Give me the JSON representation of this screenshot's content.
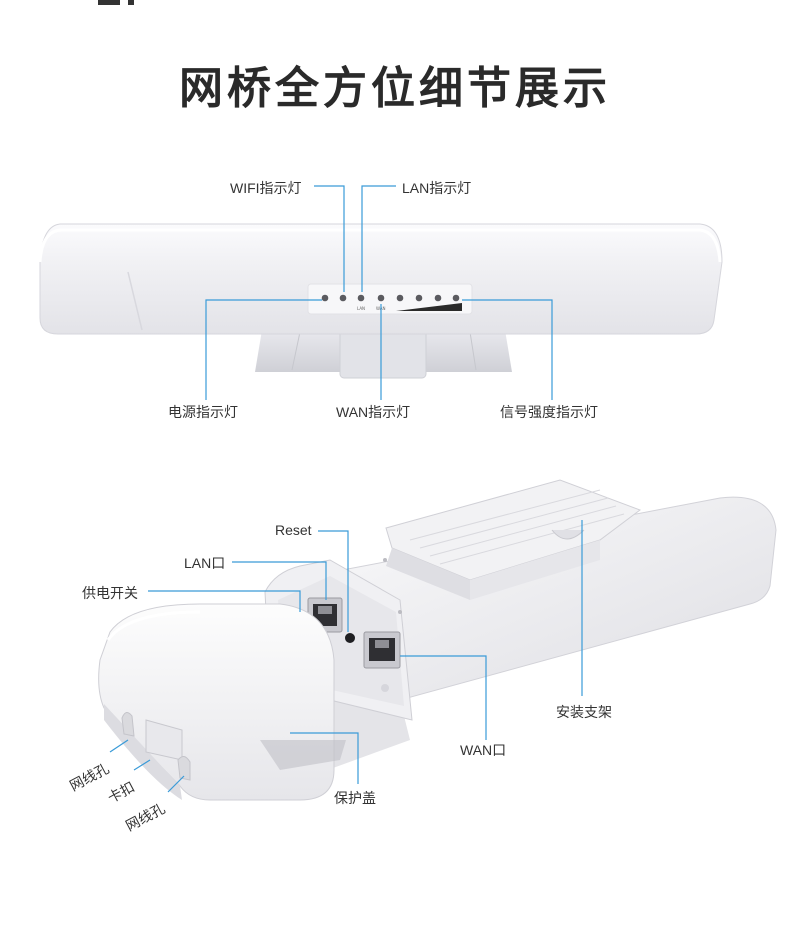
{
  "title": "网桥全方位细节展示",
  "labels": {
    "wifi_led": "WIFI指示灯",
    "lan_led": "LAN指示灯",
    "power_led": "电源指示灯",
    "wan_led": "WAN指示灯",
    "signal_led": "信号强度指示灯",
    "reset": "Reset",
    "lan_port": "LAN口",
    "power_switch": "供电开关",
    "mount_bracket": "安装支架",
    "wan_port": "WAN口",
    "cable_hole_1": "网线孔",
    "clip": "卡扣",
    "cable_hole_2": "网线孔",
    "cover": "保护盖"
  },
  "led_panel": {
    "lan_text": "LAN",
    "wan_text": "WAN"
  },
  "colors": {
    "callout_line": "#3a9bd8",
    "device_white": "#f4f4f6",
    "title": "#2a2a2a"
  }
}
